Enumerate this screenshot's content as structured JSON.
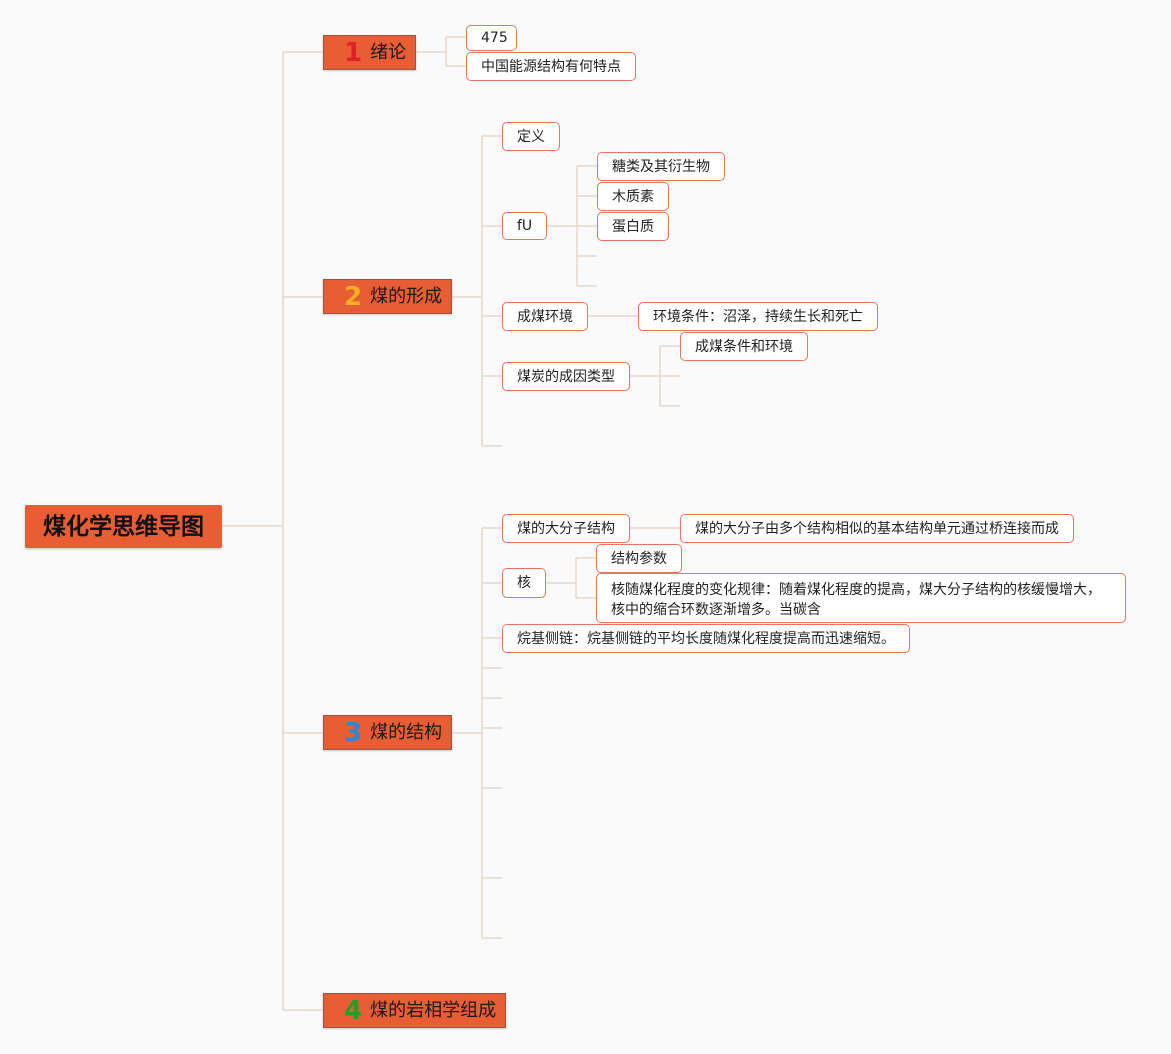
{
  "root": {
    "label": "煤化学思维导图"
  },
  "topics": [
    {
      "num": "1",
      "num_color": "#e0202a",
      "label": "绪论"
    },
    {
      "num": "2",
      "num_color": "#f5b022",
      "label": "煤的形成"
    },
    {
      "num": "3",
      "num_color": "#2a86d6",
      "label": "煤的结构"
    },
    {
      "num": "4",
      "num_color": "#2a9a2a",
      "label": "煤的岩相学组成"
    }
  ],
  "nodes": {
    "intro_475": "475",
    "intro_energy": "中国能源结构有何特点",
    "form_def": "定义",
    "form_fu": "fU",
    "form_sugar": "糖类及其衍生物",
    "form_lignin": "木质素",
    "form_protein": "蛋白质",
    "form_env": "成煤环境",
    "form_env_cond": "环境条件：沼泽，持续生长和死亡",
    "form_types": "煤炭的成因类型",
    "form_types_cond": "成煤条件和环境",
    "struct_macro": "煤的大分子结构",
    "struct_macro_desc": "煤的大分子由多个结构相似的基本结构单元通过桥连接而成",
    "struct_core": "核",
    "struct_param": "结构参数",
    "struct_core_rule": "核随煤化程度的变化规律：随着煤化程度的提高，煤大分子结构的核缓慢增大，核中的缩合环数逐渐增多。当碳含",
    "struct_alkyl": "烷基侧链：烷基侧链的平均长度随煤化程度提高而迅速缩短。"
  },
  "colors": {
    "accent": "#e85d34",
    "node_border": "#e8745a",
    "connector": "#e8d8c8"
  }
}
